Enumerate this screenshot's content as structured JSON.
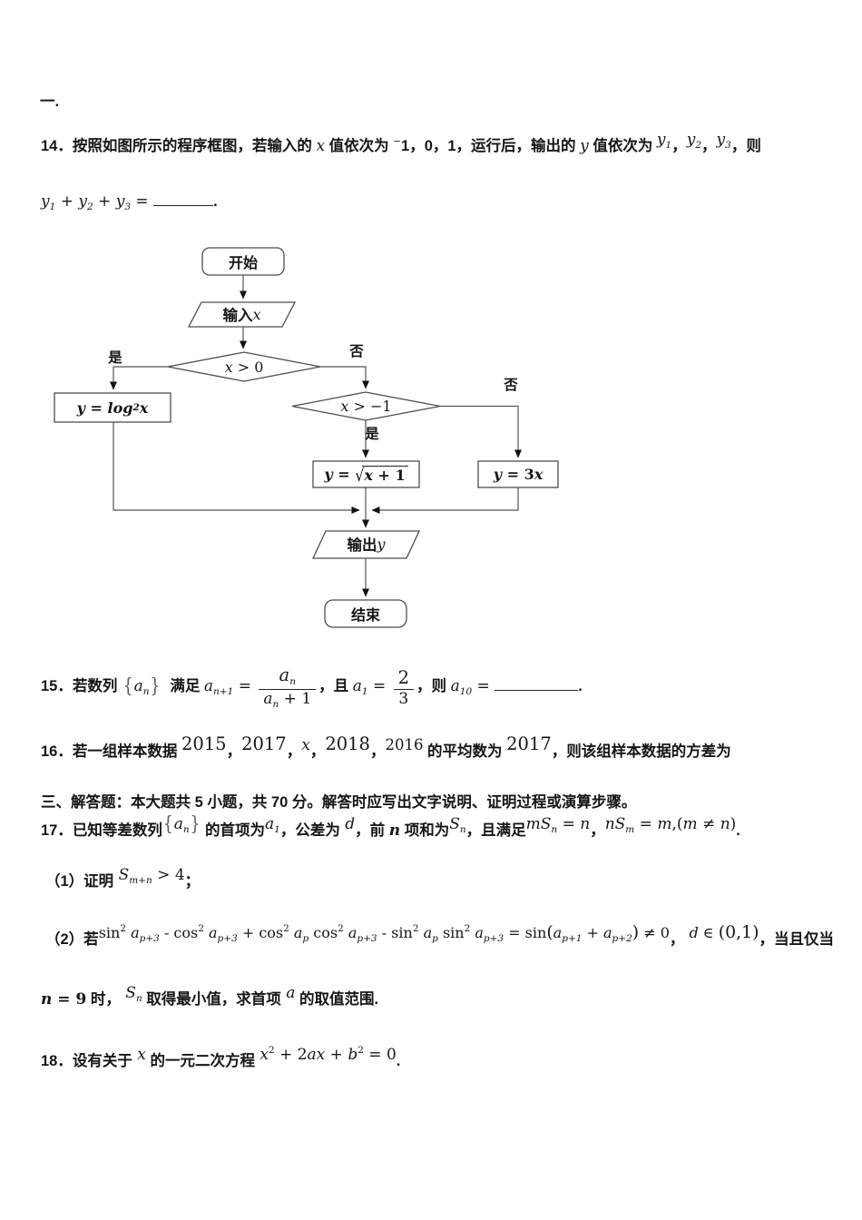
{
  "page": {
    "dash": "一."
  },
  "q14": {
    "line1": [
      {
        "v": "14．按照如图所示的程序框图，若输入的 ",
        "c": "cn"
      },
      {
        "v": "x",
        "c": "mi"
      },
      {
        "v": " 值依次为 ",
        "c": "cn"
      },
      {
        "s": "sup",
        "v": "−"
      },
      {
        "v": "1，0，1，运行后，输出的 ",
        "c": "cn"
      },
      {
        "v": "y",
        "c": "mi"
      },
      {
        "v": " 值依次为 ",
        "c": "cn"
      },
      {
        "g": [
          {
            "v": "y",
            "c": "mi"
          },
          {
            "s": "sub",
            "v": "1"
          }
        ],
        "c": "raised"
      },
      {
        "v": "，",
        "c": "cn"
      },
      {
        "g": [
          {
            "v": "y",
            "c": "mi"
          },
          {
            "s": "sub",
            "v": "2"
          }
        ],
        "c": "raised"
      },
      {
        "v": "，",
        "c": "cn"
      },
      {
        "g": [
          {
            "v": "y",
            "c": "mi"
          },
          {
            "s": "sub",
            "v": "3"
          }
        ],
        "c": "raised"
      },
      {
        "v": "，则",
        "c": "cn"
      }
    ],
    "line2": [
      {
        "v": "y",
        "c": "mi"
      },
      {
        "s": "sub",
        "v": "1"
      },
      {
        "v": " + "
      },
      {
        "v": "y",
        "c": "mi"
      },
      {
        "s": "sub",
        "v": "2"
      },
      {
        "v": " + "
      },
      {
        "v": "y",
        "c": "mi"
      },
      {
        "s": "sub",
        "v": "3"
      },
      {
        "v": " = "
      },
      {
        "v": "",
        "c": "blank w68"
      },
      {
        "v": ".",
        "c": "cn"
      }
    ]
  },
  "flowchart": {
    "start": "开始",
    "end": "结束",
    "yes1": "是",
    "no1": "否",
    "yes2": "是",
    "no2": "否",
    "input": [
      {
        "v": "输入",
        "c": "cn"
      },
      {
        "v": "x",
        "c": "mi"
      }
    ],
    "cond1": [
      {
        "v": "x",
        "c": "mi"
      },
      {
        "v": " > 0"
      }
    ],
    "log": [
      {
        "v": "y",
        "c": "mi b"
      },
      {
        "v": " = ",
        "c": "b"
      },
      {
        "v": "log",
        "c": "mi b"
      },
      {
        "s": "sub",
        "v": "2",
        "c": "bsub"
      },
      {
        "v": "x",
        "c": "mi b"
      }
    ],
    "cond2": [
      {
        "v": "x",
        "c": "mi"
      },
      {
        "v": " > −1"
      }
    ],
    "sqrt": [
      {
        "v": "y",
        "c": "mi b"
      },
      {
        "v": " = ",
        "c": "b"
      },
      {
        "r": [
          {
            "v": "x",
            "c": "mi b"
          },
          {
            "v": " + 1",
            "c": "b"
          }
        ]
      }
    ],
    "linear": [
      {
        "v": "y",
        "c": "mi b"
      },
      {
        "v": " = 3",
        "c": "b"
      },
      {
        "v": "x",
        "c": "mi b"
      }
    ],
    "output": [
      {
        "v": "输出",
        "c": "cn"
      },
      {
        "v": "y",
        "c": "mi"
      }
    ]
  },
  "q15": {
    "line": [
      {
        "v": "15．若数列",
        "c": "cn"
      },
      {
        "v": " {",
        "c": "br"
      },
      {
        "v": "a",
        "c": "mi"
      },
      {
        "s": "sub",
        "v": "n"
      },
      {
        "v": "} ",
        "c": "br"
      },
      {
        "v": " 满足 ",
        "c": "cn"
      },
      {
        "v": "a",
        "c": "mi"
      },
      {
        "s": "sub",
        "v": "n+1"
      },
      {
        "v": " = "
      },
      {
        "f": 1,
        "n": [
          {
            "v": "a",
            "c": "mi"
          },
          {
            "s": "sub",
            "v": "n"
          }
        ],
        "d": [
          {
            "v": "a",
            "c": "mi"
          },
          {
            "s": "sub",
            "v": "n"
          },
          {
            "v": " + 1"
          }
        ]
      },
      {
        "v": "，且 ",
        "c": "cn"
      },
      {
        "v": "a",
        "c": "mi"
      },
      {
        "s": "sub",
        "v": "1"
      },
      {
        "v": " = "
      },
      {
        "f": 1,
        "n": [
          {
            "v": "2"
          }
        ],
        "d": [
          {
            "v": "3"
          }
        ]
      },
      {
        "v": "，则 ",
        "c": "cn"
      },
      {
        "v": "a",
        "c": "mi"
      },
      {
        "s": "sub",
        "v": "10"
      },
      {
        "v": " = "
      },
      {
        "v": "",
        "c": "blank w90"
      },
      {
        "v": ".",
        "c": "cn"
      }
    ]
  },
  "q16": {
    "line": [
      {
        "v": "16．若一组样本数据 ",
        "c": "cn"
      },
      {
        "v": "2015",
        "c": "num raised"
      },
      {
        "v": "，",
        "c": "cn"
      },
      {
        "v": "2017",
        "c": "num raised"
      },
      {
        "v": "，",
        "c": "cn"
      },
      {
        "v": "x",
        "c": "mi raised"
      },
      {
        "v": "，",
        "c": "cn"
      },
      {
        "v": "2018",
        "c": "num raised"
      },
      {
        "v": "，",
        "c": "cn"
      },
      {
        "v": "2016",
        "c": "num sm raised"
      },
      {
        "v": " 的平均数为 ",
        "c": "cn"
      },
      {
        "v": "2017",
        "c": "num raised"
      },
      {
        "v": "，则该组样本数据的方差为",
        "c": "cn"
      }
    ]
  },
  "sections": {
    "three": "三、解答题：本大题共 5 小题，共 70 分。解答时应写出文字说明、证明过程或演算步骤。"
  },
  "q17": {
    "line": [
      {
        "v": "17．已知等差数列",
        "c": "cn"
      },
      {
        "g": [
          {
            "v": "{",
            "c": "br"
          },
          {
            "v": "a",
            "c": "mi"
          },
          {
            "s": "sub",
            "v": "n"
          },
          {
            "v": "}",
            "c": "br"
          }
        ],
        "c": "raised"
      },
      {
        "v": " 的首项为",
        "c": "cn"
      },
      {
        "g": [
          {
            "v": "a",
            "c": "mi"
          },
          {
            "s": "sub",
            "v": "1"
          }
        ],
        "c": "raised"
      },
      {
        "v": "，公差为",
        "c": "cn"
      },
      {
        "g": [
          {
            "v": " d",
            "c": "mi"
          }
        ],
        "c": "raised"
      },
      {
        "v": "，前 ",
        "c": "cn"
      },
      {
        "v": "n",
        "c": "mi b"
      },
      {
        "v": " 项和为",
        "c": "cn"
      },
      {
        "g": [
          {
            "v": "S",
            "c": "mi"
          },
          {
            "s": "sub",
            "v": "n"
          }
        ],
        "c": "raised"
      },
      {
        "v": "，且满足",
        "c": "cn"
      },
      {
        "g": [
          {
            "v": "mS",
            "c": "mi"
          },
          {
            "s": "sub",
            "v": "n"
          },
          {
            "v": " = "
          },
          {
            "v": "n",
            "c": "mi"
          }
        ],
        "c": "raised"
      },
      {
        "v": "，",
        "c": "cn"
      },
      {
        "g": [
          {
            "v": "nS",
            "c": "mi"
          },
          {
            "s": "sub",
            "v": "m"
          },
          {
            "v": " = "
          },
          {
            "v": "m",
            "c": "mi"
          },
          {
            "v": ",("
          },
          {
            "v": "m",
            "c": "mi"
          },
          {
            "v": " ≠ "
          },
          {
            "v": "n",
            "c": "mi"
          },
          {
            "v": ")"
          }
        ],
        "c": "raised"
      },
      {
        "v": ".",
        "c": "cn"
      }
    ],
    "part1": [
      {
        "v": "（1）证明",
        "c": "cn"
      },
      {
        "g": [
          {
            "v": " S",
            "c": "mi"
          },
          {
            "s": "sub",
            "v": "m+n"
          },
          {
            "v": " > 4"
          }
        ],
        "c": "raised"
      },
      {
        "v": "；",
        "c": "cn"
      }
    ],
    "part2": [
      {
        "v": "（2）若",
        "c": "cn"
      },
      {
        "g": [
          {
            "v": "sin"
          },
          {
            "s": "sup",
            "v": "2"
          },
          {
            "v": " a",
            "c": "mi"
          },
          {
            "s": "sub",
            "v": "p+3"
          },
          {
            "v": " - "
          },
          {
            "v": "cos"
          },
          {
            "s": "sup",
            "v": "2"
          },
          {
            "v": " a",
            "c": "mi"
          },
          {
            "s": "sub",
            "v": "p+3"
          },
          {
            "v": " + "
          },
          {
            "v": "cos"
          },
          {
            "s": "sup",
            "v": "2"
          },
          {
            "v": " a",
            "c": "mi"
          },
          {
            "s": "sub",
            "v": "p"
          },
          {
            "v": " cos"
          },
          {
            "s": "sup",
            "v": "2"
          },
          {
            "v": " a",
            "c": "mi"
          },
          {
            "s": "sub",
            "v": "p+3"
          },
          {
            "v": " - "
          },
          {
            "v": "sin"
          },
          {
            "s": "sup",
            "v": "2"
          },
          {
            "v": " a",
            "c": "mi"
          },
          {
            "s": "sub",
            "v": "p"
          },
          {
            "v": " sin"
          },
          {
            "s": "sup",
            "v": "2"
          },
          {
            "v": " a",
            "c": "mi"
          },
          {
            "s": "sub",
            "v": "p+3"
          },
          {
            "v": " = sin"
          },
          {
            "v": "(",
            "c": "big"
          },
          {
            "v": "a",
            "c": "mi"
          },
          {
            "s": "sub",
            "v": "p+1"
          },
          {
            "v": " + "
          },
          {
            "v": "a",
            "c": "mi"
          },
          {
            "s": "sub",
            "v": "p+2"
          },
          {
            "v": ")",
            "c": "big"
          },
          {
            "v": " ≠ 0"
          }
        ],
        "c": "raised"
      },
      {
        "v": "，",
        "c": "cn"
      },
      {
        "g": [
          {
            "v": " d",
            "c": "mi"
          },
          {
            "v": " ∈ "
          },
          {
            "v": "(0,1)",
            "c": "big"
          }
        ],
        "c": "raised"
      },
      {
        "v": "，当且仅当",
        "c": "cn"
      }
    ],
    "part2b": [
      {
        "v": "n",
        "c": "mi b"
      },
      {
        "v": " = 9",
        "c": "b"
      },
      {
        "v": " 时，",
        "c": "cn"
      },
      {
        "g": [
          {
            "v": " S",
            "c": "mi"
          },
          {
            "s": "sub",
            "v": "n"
          }
        ],
        "c": "raised"
      },
      {
        "v": " 取得最小值，求首项",
        "c": "cn"
      },
      {
        "g": [
          {
            "v": " a",
            "c": "mi"
          }
        ],
        "c": "raised"
      },
      {
        "v": " 的取值范围.",
        "c": "cn"
      }
    ]
  },
  "q18": {
    "line": [
      {
        "v": "18．设有关于",
        "c": "cn"
      },
      {
        "g": [
          {
            "v": " x",
            "c": "mi"
          }
        ],
        "c": "raised"
      },
      {
        "v": " 的一元二次方程",
        "c": "cn"
      },
      {
        "g": [
          {
            "v": " x",
            "c": "mi"
          },
          {
            "s": "sup",
            "v": "2"
          },
          {
            "v": " + 2"
          },
          {
            "v": "ax",
            "c": "mi"
          },
          {
            "v": " + "
          },
          {
            "v": "b",
            "c": "mi"
          },
          {
            "s": "sup",
            "v": "2"
          },
          {
            "v": " = 0"
          }
        ],
        "c": "raised"
      },
      {
        "v": ".",
        "c": "cn"
      }
    ]
  }
}
